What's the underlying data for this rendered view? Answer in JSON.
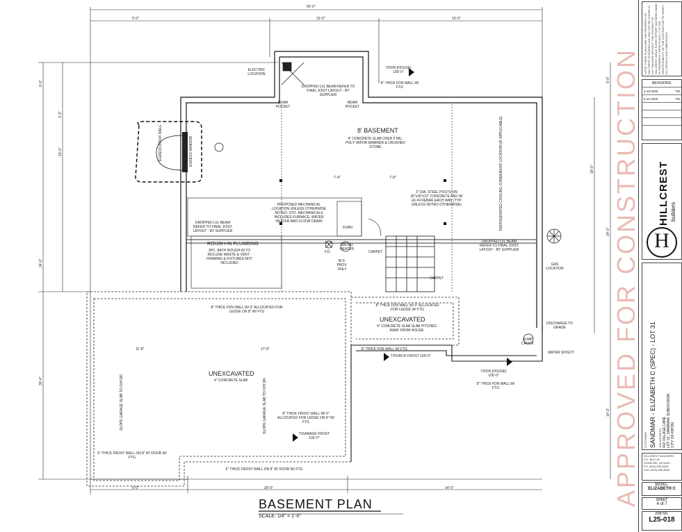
{
  "plan": {
    "title": "BASEMENT PLAN",
    "scale": "SCALE: 1/4\" = 1'-0\"",
    "overall_dim": "55'-0\"",
    "rooms": [
      {
        "name": "8' BASEMENT",
        "note": "4\" CONCRETE SLAB OVER 6 MIL. POLY VAPOR BARRIER & CRUSHED STONE"
      },
      {
        "name": "UNEXCAVATED",
        "note": "4\" CONCRETE SLAB"
      },
      {
        "name": "UNEXCAVATED",
        "note": "4\" CONCRETE SLAB SLAB PITCHED AWAY FROM HOUSE"
      },
      {
        "name": "ROUGH-IN PLUMBING",
        "note": "3PC. BATH ROUGH-IN TO INCLUDE WASTE & VENT - FRAMING & FIXTURES NOT INCLUDED"
      }
    ],
    "notes": {
      "electric": "ELECTRIC LOCATION",
      "beam_top": "DROPPED LVL BEAM REFER TO FINAL JOIST LAYOUT - BY SUPPLIER",
      "tfdn_house_top": "T/FDN (HOUSE) 100'-0\"",
      "wall_8_top": "8\" THICK FDN WALL W/ FTG",
      "beam_pocket": "BEAM POCKET",
      "egress": "EGRESS BRICK WELL",
      "egress_window": "EGRESS WINDOW",
      "mech": "PROPOSED MECHANICAL LOCATION UNLESS OTHERWISE NOTED. STD. MECHANICALS INCLUDES FURNACE, WATER HEATER AND FLOOR DRAIN",
      "beam_left": "DROPPED LVL BEAM REFER TO FINAL JOIST LAYOUT - BY SUPPLIER",
      "beam_right": "DROPPED LVL BEAM REFER TO FINAL JOIST LAYOUT - BY SUPPLIER",
      "posts": "3\" DIA. STEEL POSTS ON 30\"x30\"x12\" CONCRETE PAD W/ (4) #4 REBAR EACH WAY (TYP. UNLESS NOTED OTHERWISE)",
      "furn": "FURN.",
      "water_heater": "WATER HEATER",
      "fd": "F.D.",
      "ws": "W.S. PROV. ONLY",
      "carpet1": "CARPET",
      "carpet2": "CARPET",
      "gas": "GAS LOCATION",
      "refrigerator": "REFRIGERATED COOLING CONDENSOR LOCATION (IF APPLICABLE)",
      "wall_8_garage": "8\" THICK FDN WALL W/ 0\" ALLOCATED FOR LEDGE ON 8\" W/ FTG",
      "wall_8_porch_a": "8\" THICK FDN WALL W/ 0\" ALLOCATED FOR LEDGE W/ FTG",
      "wall_8_porch_b": "8\" THICK FDN WALL W/ FTG",
      "tporch": "T/PORCH FROST 100'-0\"",
      "discharge": "DISCHARGE TO GRADE",
      "sump": "SUMP CROCK",
      "water_spigot": "WATER SPIGOT",
      "tfdn_house_bot": "T/FDN (HOUSE) 100'-0\"",
      "wall_8_bot": "8\" THICK FDN WALL W/ FTG",
      "frost_ledge": "8\" THICK FROST WALL W/ 0\" ALLOCATED FOR LEDGE ON 8\" W/ FTG",
      "tgarage": "T/GARAGE FROST 100'-0\"",
      "frost_door_left": "6\" THICK FROST WALL ON 8\" AT DOOR W/ FTG",
      "frost_door_bot": "6\" THICK FROST WALL ON 8\" AT DOOR W/ FTG",
      "slope_garage": "SLOPE GARAGE SLAB TO O/H DR.",
      "slope_garage2": "SLOPE GARAGE SLAB TO O/H DR."
    },
    "dims": {
      "top_a": "5'-0\"",
      "top_b": "15'-0\"",
      "top_c": "15'-0\"",
      "left_a": "6'-0\"",
      "left_b": "4'-2\"",
      "left_c": "10'-0\"",
      "left_d": "34'-0\"",
      "left_e": "30'-4\"",
      "right_a": "6'-0\"",
      "right_b": "18'-0\"",
      "right_c": "24'-0\"",
      "right_d": "14'-0\"",
      "bot_a": "5'-0\"",
      "bot_b": "20'-0\"",
      "bot_c": "14'-0\"",
      "int_a": "11'-8\"",
      "int_b": "7'-4\"",
      "int_c": "7'-8\"",
      "int_d": "17'-8\""
    }
  },
  "title_block": {
    "disclaimer": "NOTE: THESE PLANS ARE THE PROPERTY OF HILLCREST BUILDERS AND MAY NOT BE COPIED IN ANY MANNER WITHOUT THE CONSENT OF HILLCREST. WHILE EVERY EFFORT HAS BEEN MADE IN PREPARING THESE PLANS, IT IS THE RESPONSIBILITY OF THE CONTRACTOR TO VERIFY ALL DETAILS AND DIMENSIONS",
    "revisions_label": "REVISIONS:",
    "revisions": [
      {
        "date": "3-10-2025",
        "by": "TM"
      },
      {
        "date": "4-11-2025",
        "by": "TM"
      }
    ],
    "logo": {
      "word": "HILLCREST",
      "sub": "builders",
      "initial": "H"
    },
    "customer_label": "CUSTOMER:",
    "project": "SANDMAR - ELIZABETH C (SPEC) - LOT 31",
    "address_label": "JOB ADDRESS:",
    "address_lines": [
      "402 VILLAGE LANE",
      "LOT 31, SANDMAR SUBDIVISION",
      "CITY OF RIPON"
    ],
    "company_lines": [
      "HILLCREST BUILDERS",
      "P.O. BOX 28",
      "OSHKOSH, WI 5490...",
      "PH: (920) 539-3626",
      "FAX: (920) 539-3626"
    ],
    "model_label": "MODEL:",
    "model": "ELIZABETH C",
    "sheet_label": "SHEET",
    "sheet": "4",
    "sheet_of": "of 7",
    "job_label": "JOB NO.",
    "job": "L25-018"
  },
  "stamp": "APPROVED FOR CONSTRUCTION"
}
